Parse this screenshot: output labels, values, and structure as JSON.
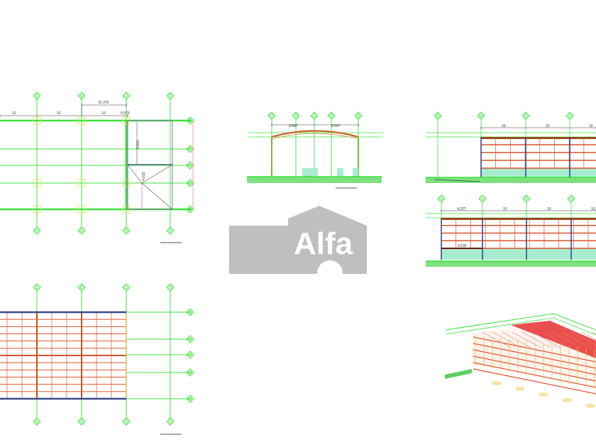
{
  "watermark": {
    "brand": "Alfa"
  },
  "colors": {
    "grid": "#3ee03e",
    "frame": "#d9542b",
    "column": "#3a4a8c",
    "base": "#a8eccf",
    "watermark": "#8c8c8c"
  },
  "plan_top": {
    "bay_dims": [
      "10",
      "10",
      "10"
    ],
    "edge_dim": "0.375",
    "overall_dim": "10.375",
    "stair_dims": [
      "3.512",
      "4.033"
    ]
  },
  "section": {
    "span_dims": [
      "9.547",
      "9.547"
    ]
  },
  "elevation_top": {
    "bay_dims": [
      "10",
      "10",
      "10"
    ]
  },
  "elevation_bottom": {
    "bay_dims": [
      "4.227",
      "10",
      "10",
      "10"
    ],
    "level_dim": "9.535"
  }
}
